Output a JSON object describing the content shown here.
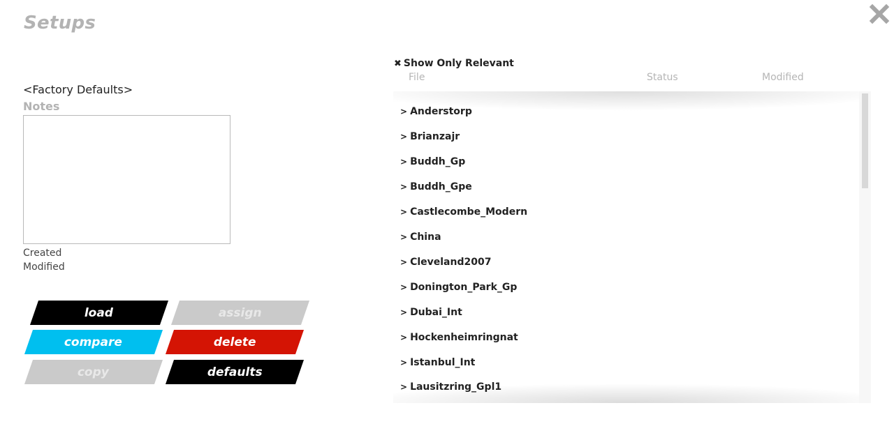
{
  "header": {
    "title": "Setups",
    "close_icon": "close-icon"
  },
  "setup": {
    "name": "<Factory Defaults>",
    "notes_label": "Notes",
    "notes_value": "",
    "created_label": "Created",
    "modified_label": "Modified"
  },
  "actions": {
    "load": "load",
    "assign": "assign",
    "compare": "compare",
    "delete": "delete",
    "copy": "copy",
    "defaults": "defaults"
  },
  "colors": {
    "black_button": "#000000",
    "compare_button": "#00bfef",
    "delete_button": "#d41404",
    "disabled_button": "#cacaca",
    "title_grey": "#b3b3b3"
  },
  "filter": {
    "icon": "x-icon",
    "label": "Show Only Relevant"
  },
  "table": {
    "columns": [
      "File",
      "Status",
      "Modified"
    ],
    "rows": [
      {
        "caret": ">",
        "name": "Anderstorp"
      },
      {
        "caret": ">",
        "name": "Brianzajr"
      },
      {
        "caret": ">",
        "name": "Buddh_Gp"
      },
      {
        "caret": ">",
        "name": "Buddh_Gpe"
      },
      {
        "caret": ">",
        "name": "Castlecombe_Modern"
      },
      {
        "caret": ">",
        "name": "China"
      },
      {
        "caret": ">",
        "name": "Cleveland2007"
      },
      {
        "caret": ">",
        "name": "Donington_Park_Gp"
      },
      {
        "caret": ">",
        "name": "Dubai_Int"
      },
      {
        "caret": ">",
        "name": "Hockenheimringnat"
      },
      {
        "caret": ">",
        "name": "Istanbul_Int"
      },
      {
        "caret": ">",
        "name": "Lausitzring_Gpl1"
      }
    ]
  }
}
